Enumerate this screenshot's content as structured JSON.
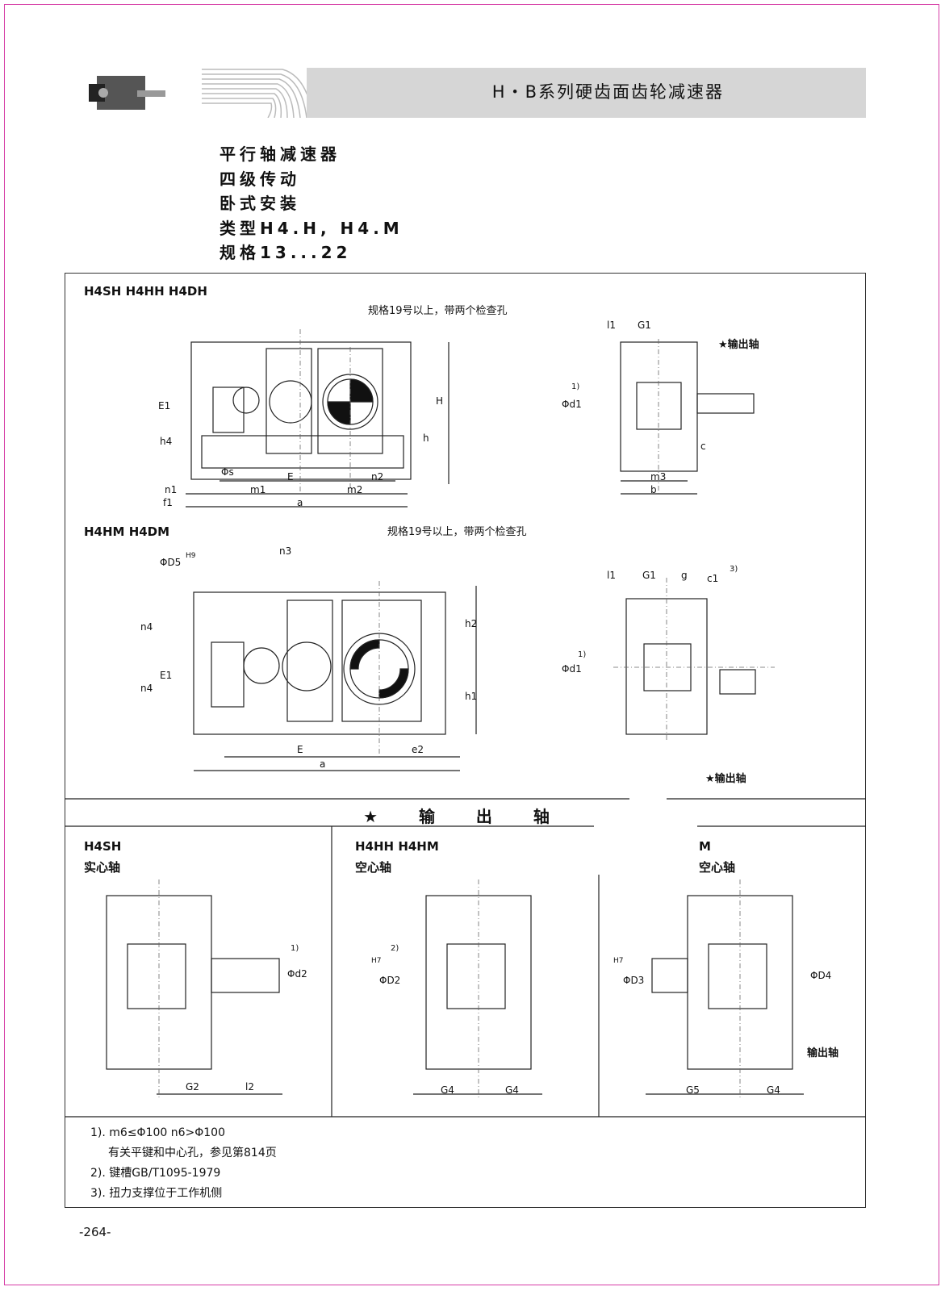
{
  "header": {
    "title": "H・B系列硬齿面齿轮减速器"
  },
  "intro": {
    "line1": "平行轴减速器",
    "line2": "四级传动",
    "line3": "卧式安装",
    "line4": "类型H4.H, H4.M",
    "line5": "规格13...22"
  },
  "upper": {
    "section1_title": "H4SH H4HH H4DH",
    "section1_note": "规格19号以上，带两个检查孔",
    "section1_output_label": "★输出轴",
    "section2_title": "H4HM H4DM",
    "section2_note": "规格19号以上，带两个检查孔",
    "section2_output_label": "★输出轴",
    "dims1": [
      "E1",
      "h4",
      "Φs",
      "E",
      "n2",
      "m1",
      "m2",
      "n1",
      "f1",
      "a",
      "H",
      "h",
      "l1",
      "G1",
      "Φd1",
      "1)",
      "c",
      "m3",
      "b"
    ],
    "dims2": [
      "ΦD5",
      "H9",
      "n3",
      "n4",
      "n4",
      "E1",
      "E",
      "e2",
      "a",
      "h2",
      "h1",
      "l1",
      "G1",
      "g",
      "c1",
      "3)",
      "Φd1",
      "1)"
    ]
  },
  "output_section": {
    "title": "★ 输 出 轴",
    "col1": {
      "title": "H4SH",
      "subtitle": "实心轴",
      "dims": [
        "1)",
        "Φd2",
        "G2",
        "l2"
      ]
    },
    "col2": {
      "title": "H4HH H4HM",
      "subtitle": "空心轴",
      "dims": [
        "2)",
        "H7",
        "ΦD2",
        "G4",
        "G4"
      ]
    },
    "col3": {
      "title": "M",
      "subtitle": "空心轴",
      "dims": [
        "H7",
        "ΦD3",
        "ΦD4",
        "输出轴",
        "G5",
        "G4"
      ]
    }
  },
  "notes": {
    "n1a": "1). m6≤Φ100  n6>Φ100",
    "n1b": "有关平键和中心孔，参见第814页",
    "n2": "2). 键槽GB/T1095-1979",
    "n3": "3). 扭力支撑位于工作机侧"
  },
  "page_number": "-264-"
}
